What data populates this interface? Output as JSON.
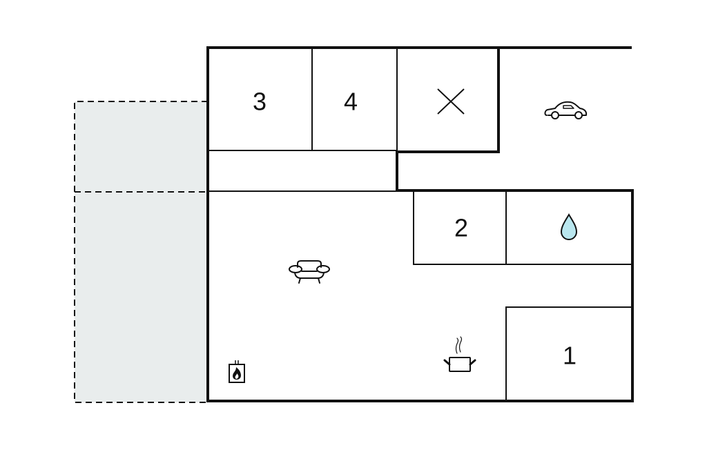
{
  "diagram": {
    "type": "floor-plan",
    "rooms": [
      {
        "id": "bedroom-3",
        "label": "3"
      },
      {
        "id": "bedroom-4",
        "label": "4"
      },
      {
        "id": "bedroom-2",
        "label": "2"
      },
      {
        "id": "bedroom-1",
        "label": "1"
      }
    ],
    "icons": [
      "closed-room-x-icon",
      "car-icon",
      "water-drop-icon",
      "sofa-icon",
      "cooking-pot-icon",
      "fireplace-icon"
    ],
    "colors": {
      "terrace": "#e9eded",
      "walls": "#111111",
      "water": "#b9e6ee"
    }
  }
}
